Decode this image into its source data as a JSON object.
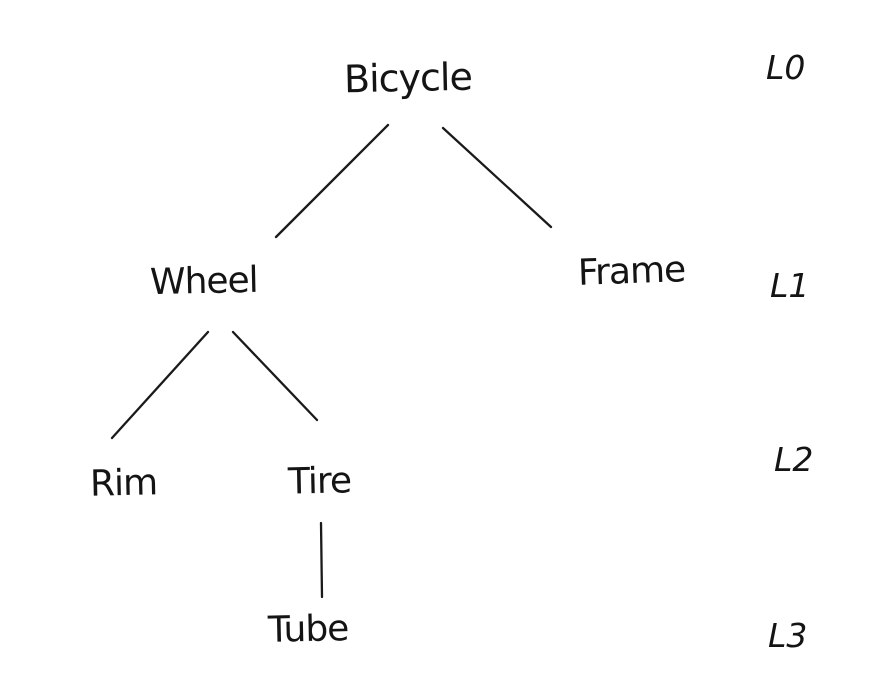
{
  "diagram": {
    "type": "tree",
    "ink_color": "#1a1a1a",
    "background_color": "#ffffff",
    "nodes": [
      {
        "id": "bicycle",
        "label": "Bicycle",
        "level": 0,
        "parent": null
      },
      {
        "id": "wheel",
        "label": "Wheel",
        "level": 1,
        "parent": "bicycle"
      },
      {
        "id": "frame",
        "label": "Frame",
        "level": 1,
        "parent": "bicycle"
      },
      {
        "id": "rim",
        "label": "Rim",
        "level": 2,
        "parent": "wheel"
      },
      {
        "id": "tire",
        "label": "Tire",
        "level": 2,
        "parent": "wheel"
      },
      {
        "id": "tube",
        "label": "Tube",
        "level": 3,
        "parent": "tire"
      }
    ],
    "edges": [
      {
        "from": "bicycle",
        "to": "wheel"
      },
      {
        "from": "bicycle",
        "to": "frame"
      },
      {
        "from": "wheel",
        "to": "rim"
      },
      {
        "from": "wheel",
        "to": "tire"
      },
      {
        "from": "tire",
        "to": "tube"
      }
    ],
    "level_labels": [
      {
        "id": "L0",
        "label": "L0"
      },
      {
        "id": "L1",
        "label": "L1"
      },
      {
        "id": "L2",
        "label": "L2"
      },
      {
        "id": "L3",
        "label": "L3"
      }
    ]
  }
}
